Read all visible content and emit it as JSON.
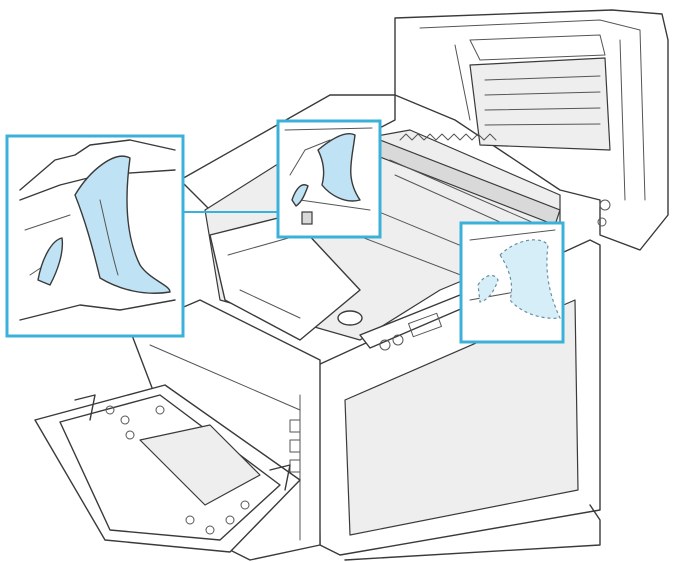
{
  "illustration": {
    "subject": "",
    "highlight_color": "#bfe3f4",
    "callout_color": "#3bb0d8",
    "callouts": [
      {
        "name": "zoom-callout-lever"
      },
      {
        "name": "source-callout-lever"
      },
      {
        "name": "side-callout-lever"
      }
    ]
  }
}
